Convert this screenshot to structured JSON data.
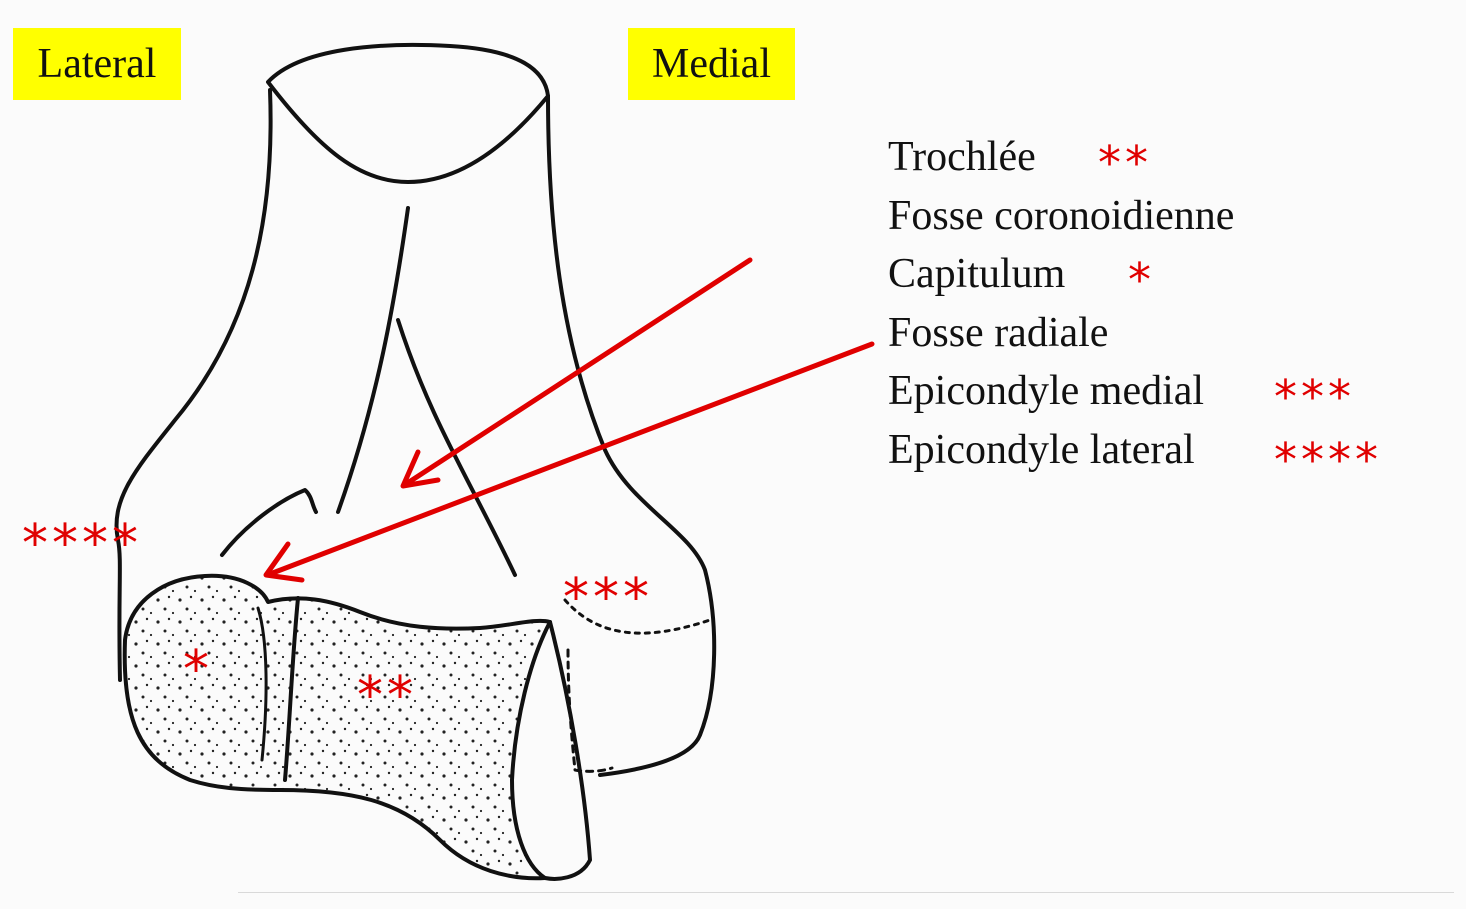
{
  "labels": {
    "lateral": "Lateral",
    "medial": "Medial"
  },
  "legend": [
    {
      "name": "Trochlée",
      "marker": "**"
    },
    {
      "name": "Fosse coronoidienne",
      "marker": ""
    },
    {
      "name": "Capitulum",
      "marker": "*"
    },
    {
      "name": "Fosse radiale",
      "marker": ""
    },
    {
      "name": "Epicondyle medial",
      "marker": "***"
    },
    {
      "name": "Epicondyle lateral",
      "marker": "****"
    }
  ],
  "markers": {
    "lateral_epicondyle": "****",
    "medial_epicondyle": "***",
    "capitulum": "*",
    "trochlea": "**"
  },
  "colors": {
    "highlight": "#ffff00",
    "marker": "#e00000",
    "arrow": "#e00000",
    "outline": "#111111"
  }
}
